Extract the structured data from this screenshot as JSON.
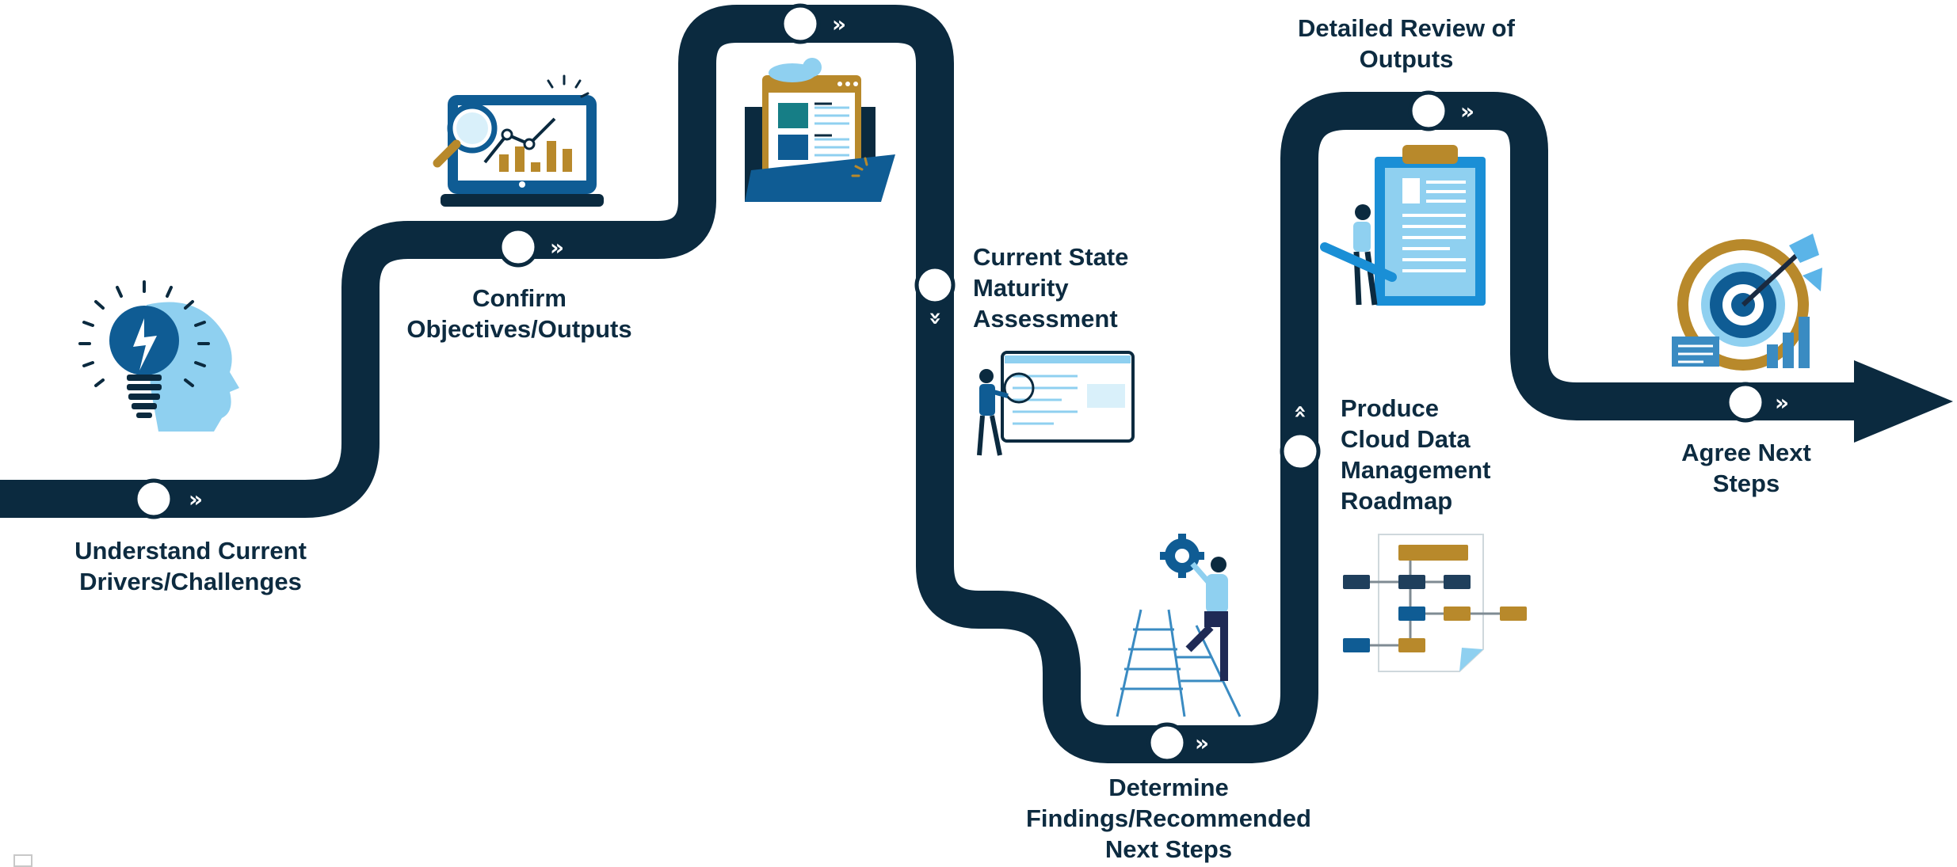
{
  "diagram": {
    "type": "process-roadmap",
    "colors": {
      "road": "#0b2a3f",
      "node_fill": "#ffffff",
      "text": "#0d2b40",
      "accent_blue": "#0f5c94",
      "light_blue": "#8fd0f0",
      "gold": "#b8892b"
    },
    "steps": [
      {
        "id": "s1",
        "lines": [
          "Understand Current",
          "Drivers/Challenges"
        ],
        "icon": "lightbulb-head-icon",
        "marker": "chevron-right"
      },
      {
        "id": "s2",
        "lines": [
          "Confirm",
          "Objectives/Outputs"
        ],
        "icon": "laptop-analytics-icon",
        "marker": "chevron-right"
      },
      {
        "id": "s3",
        "lines": [],
        "icon": "browser-window-folder-icon",
        "marker": "chevron-right"
      },
      {
        "id": "s4",
        "lines": [
          "Current State",
          "Maturity",
          "Assessment"
        ],
        "icon": "presenter-dashboard-icon",
        "marker": "chevron-down"
      },
      {
        "id": "s5",
        "lines": [
          "Determine",
          "Findings/Recommended",
          "Next Steps"
        ],
        "icon": "person-ladder-gear-icon",
        "marker": "chevron-right"
      },
      {
        "id": "s6",
        "lines": [
          "Produce",
          "Cloud Data",
          "Management",
          "Roadmap"
        ],
        "icon": "roadmap-chart-icon",
        "marker": "chevron-up"
      },
      {
        "id": "s7",
        "lines": [
          "Detailed Review of",
          "Outputs"
        ],
        "icon": "clipboard-person-icon",
        "marker": "chevron-right"
      },
      {
        "id": "s8",
        "lines": [
          "Agree Next",
          "Steps"
        ],
        "icon": "target-arrow-icon",
        "marker": "chevron-right"
      }
    ]
  }
}
